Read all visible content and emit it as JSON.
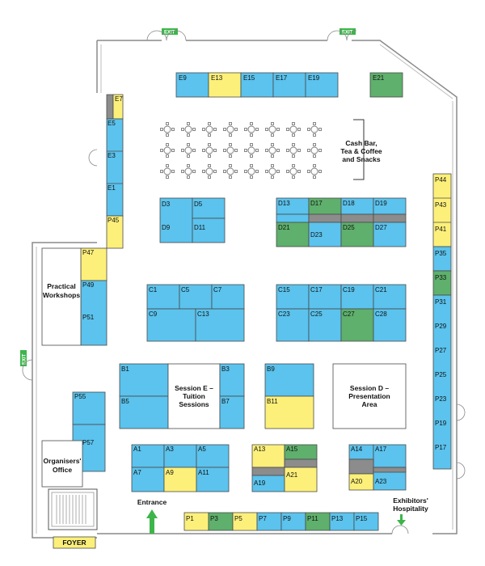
{
  "colors": {
    "blue": "#5bc3ed",
    "yellow": "#fdf07a",
    "green": "#5eb06c",
    "grey": "#8c8c8c"
  },
  "exits": {
    "top_left": "EXIT",
    "top_right": "EXIT",
    "left": "EXIT"
  },
  "areas": {
    "cash_bar": [
      "Cash Bar,",
      "Tea & Coffee",
      "and Snacks"
    ],
    "practical_workshops": [
      "Practical",
      "Workshops"
    ],
    "session_e": [
      "Session E –",
      "Tuition",
      "Sessions"
    ],
    "session_d": [
      "Session D –",
      "Presentation",
      "Area"
    ],
    "organisers_office": [
      "Organisers'",
      "Office"
    ],
    "exhibitors_hospitality": [
      "Exhibitors'",
      "Hospitality"
    ],
    "entrance": "Entrance",
    "foyer": "FOYER"
  },
  "booths": {
    "E9": "E9",
    "E13": "E13",
    "E15": "E15",
    "E17": "E17",
    "E19": "E19",
    "E21": "E21",
    "E7": "E7",
    "E5": "E5",
    "E3": "E3",
    "E1": "E1",
    "P45": "P45",
    "P47": "P47",
    "P49": "P49",
    "P51": "P51",
    "D3": "D3",
    "D5": "D5",
    "D9": "D9",
    "D11": "D11",
    "D13": "D13",
    "D17": "D17",
    "D18": "D18",
    "D19": "D19",
    "D21": "D21",
    "D23": "D23",
    "D25": "D25",
    "D27": "D27",
    "C1": "C1",
    "C5": "C5",
    "C7": "C7",
    "C9": "C9",
    "C13": "C13",
    "C15": "C15",
    "C17": "C17",
    "C19": "C19",
    "C21": "C21",
    "C23": "C23",
    "C25": "C25",
    "C27": "C27",
    "C28": "C28",
    "B1": "B1",
    "B5": "B5",
    "B3": "B3",
    "B7": "B7",
    "B9": "B9",
    "B11": "B11",
    "P55": "P55",
    "P57": "P57",
    "A1": "A1",
    "A3": "A3",
    "A5": "A5",
    "A7": "A7",
    "A9": "A9",
    "A11": "A11",
    "A13": "A13",
    "A15": "A15",
    "A19": "A19",
    "A21": "A21",
    "A14": "A14",
    "A17": "A17",
    "A20": "A20",
    "A23": "A23",
    "P1": "P1",
    "P3": "P3",
    "P5": "P5",
    "P7": "P7",
    "P9": "P9",
    "P11": "P11",
    "P13": "P13",
    "P15": "P15",
    "P44": "P44",
    "P43": "P43",
    "P41": "P41",
    "P35": "P35",
    "P33": "P33",
    "P31": "P31",
    "P29": "P29",
    "P27": "P27",
    "P25": "P25",
    "P23": "P23",
    "P19": "P19",
    "P17": "P17"
  }
}
